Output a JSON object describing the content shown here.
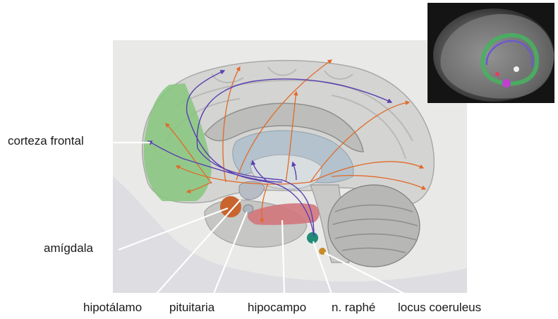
{
  "labels": {
    "frontal_cortex": "corteza frontal",
    "amygdala": "amígdala",
    "hypothalamus": "hipotálamo",
    "pituitary": "pituitaria",
    "hippocampus": "hipocampo",
    "raphe": "n. raphé",
    "locus": "locus coeruleus"
  },
  "colors": {
    "paper": "#e9e9e7",
    "cortex": "#d4d4d2",
    "frontal": "#86c77f",
    "ventricle": "#b3c2cc",
    "cerebellum": "#b7b7b5",
    "amygdala": "#c8642e",
    "hippocampus": "#d2757c",
    "raphe": "#1f8c78",
    "locus": "#c88a2a",
    "orange_path": "#e06a28",
    "purple_path": "#5a3fb0",
    "inset_bg": "#141414"
  },
  "icons": {
    "inset": "brain-render-inset"
  }
}
